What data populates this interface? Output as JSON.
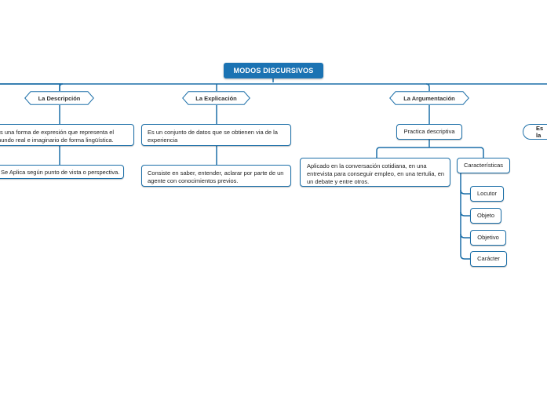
{
  "root": {
    "title": "MODOS DISCURSIVOS"
  },
  "branches": [
    {
      "title": "La Descripción"
    },
    {
      "title": "La Explicación"
    },
    {
      "title": "La Argumentación"
    },
    {
      "title": "Es la"
    }
  ],
  "descripcion": {
    "definition": "Es una forma de expresión que representa el mundo real  e imaginario de forma lingüística.",
    "detail": "Se Aplica según punto de vista o perspectiva."
  },
  "explicacion": {
    "definition": "Es un conjunto de datos que se obtienen via  de la experiencia",
    "detail": "Consiste en saber, entender, aclarar por parte de un agente con conocimientos previos."
  },
  "argumentacion": {
    "practice": "Practica descriptiva",
    "applied": "Aplicado en la conversación cotidiana, en una entrevista para conseguir empleo, en una tertulia, en un debate y entre otros.",
    "characteristics_title": "Características",
    "characteristics": [
      "Locutor",
      "Objeto",
      "Objetivo",
      "Carácter"
    ]
  },
  "colors": {
    "root_bg": "#1b73b3",
    "line": "#1c6fa8",
    "border": "#1c6fa8"
  }
}
